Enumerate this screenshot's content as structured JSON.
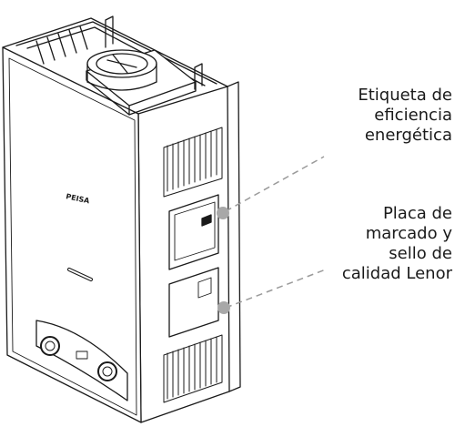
{
  "diagram": {
    "brand_logo": "PEISA",
    "callouts": [
      {
        "id": "energy-label",
        "lines": [
          "Etiqueta de",
          "eficiencia",
          "energética"
        ]
      },
      {
        "id": "rating-plate",
        "lines": [
          "Placa de",
          "marcado y",
          "sello de",
          "calidad Lenor"
        ]
      }
    ],
    "colors": {
      "stroke": "#1a1a1a",
      "leader": "#9a9a9a",
      "marker": "#a8a8a8",
      "body": "#ffffff"
    }
  }
}
